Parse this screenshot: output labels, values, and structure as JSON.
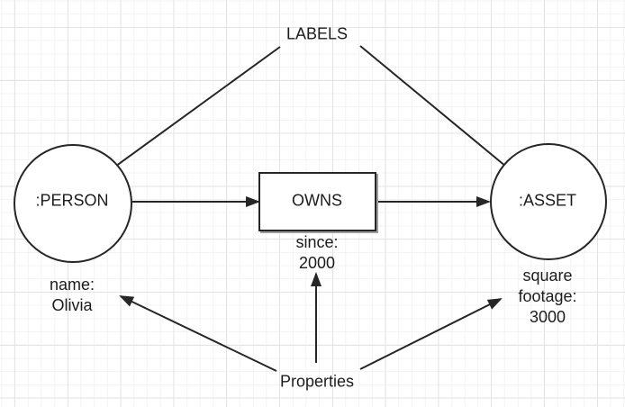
{
  "annotations": {
    "labels": "LABELS",
    "properties": "Properties"
  },
  "nodes": {
    "person": {
      "label": ":PERSON"
    },
    "asset": {
      "label": ":ASSET"
    }
  },
  "relationship": {
    "label": "OWNS"
  },
  "property_texts": {
    "person": {
      "lines": [
        "name:",
        "Olivia"
      ]
    },
    "relationship": {
      "lines": [
        "since:",
        "2000"
      ]
    },
    "asset": {
      "lines": [
        "square",
        "footage:",
        "3000"
      ]
    }
  },
  "colors": {
    "stroke": "#262626",
    "text": "#1c1c1c",
    "shape_fill": "#ffffff",
    "shadow": "#9e9e9e",
    "grid_minor": "#f3f3f3",
    "grid_major": "#e4e4e4",
    "background": "#ffffff"
  }
}
